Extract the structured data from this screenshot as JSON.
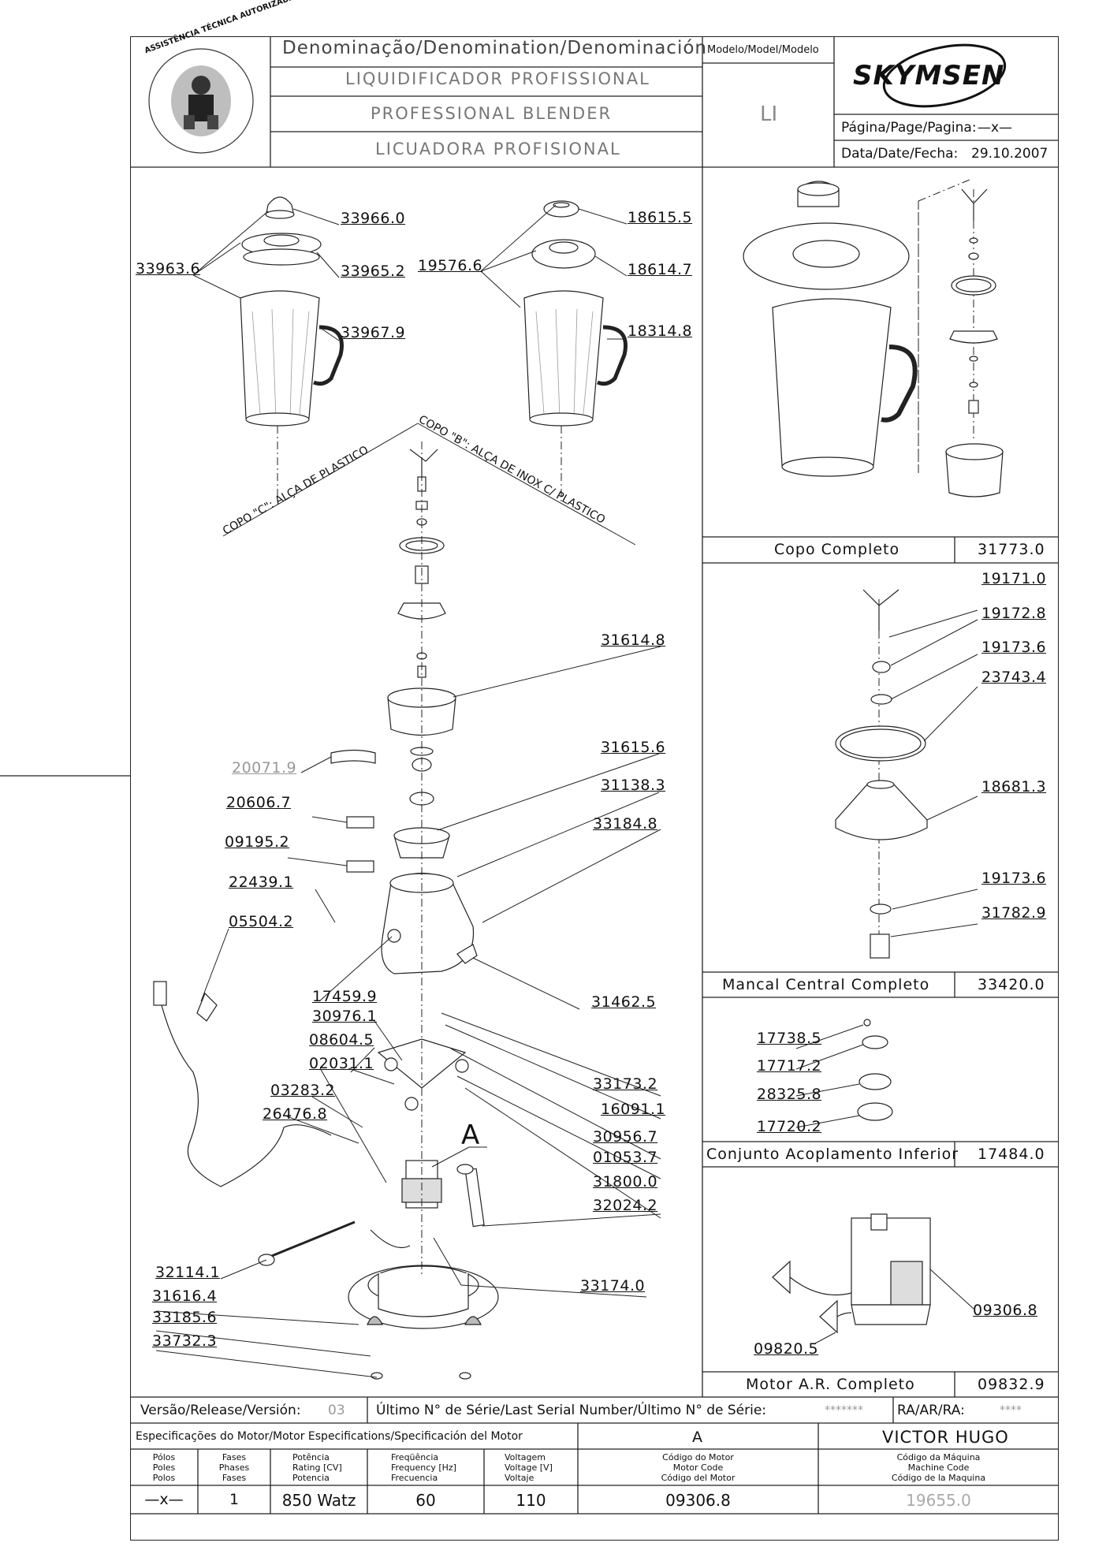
{
  "header": {
    "denomination_label": "Denominação/Denomination/Denominación",
    "name_pt": "LIQUIDIFICADOR PROFISSIONAL",
    "name_en": "PROFESSIONAL BLENDER",
    "name_es": "LICUADORA PROFISIONAL",
    "model_label": "Modelo/Model/Modelo",
    "model_value": "LI",
    "brand": "SKYMSEN",
    "page_label": "Página/Page/Pagina:",
    "page_value": "—x—",
    "date_label": "Data/Date/Fecha:",
    "date_value": "29.10.2007",
    "seal_text": "ASSISTÊNCIA TÉCNICA AUTORIZADA"
  },
  "main_drawing": {
    "cup_labels": [
      "COPO \"C\": ALÇA DE PLASTICO",
      "COPO \"B\": ALÇA DE INOX C/ PLASTICO"
    ],
    "detail_marker": "A",
    "parts": {
      "p33966_0": "33966.0",
      "p33963_6": "33963.6",
      "p33965_2": "33965.2",
      "p33967_9": "33967.9",
      "p18615_5": "18615.5",
      "p19576_6": "19576.6",
      "p18614_7": "18614.7",
      "p18314_8": "18314.8",
      "p31614_8": "31614.8",
      "p20071_9": "20071.9",
      "p31615_6": "31615.6",
      "p20606_7": "20606.7",
      "p31138_3": "31138.3",
      "p33184_8": "33184.8",
      "p09195_2": "09195.2",
      "p22439_1": "22439.1",
      "p05504_2": "05504.2",
      "p17459_9": "17459.9",
      "p31462_5": "31462.5",
      "p30976_1": "30976.1",
      "p08604_5": "08604.5",
      "p02031_1": "02031.1",
      "p33173_2": "33173.2",
      "p03283_2": "03283.2",
      "p16091_1": "16091.1",
      "p26476_8": "26476.8",
      "p30956_7": "30956.7",
      "p01053_7": "01053.7",
      "p31800_0": "31800.0",
      "p32024_2": "32024.2",
      "p32114_1": "32114.1",
      "p33174_0": "33174.0",
      "p31616_4": "31616.4",
      "p33185_6": "33185.6",
      "p33732_3": "33732.3"
    }
  },
  "assemblies": {
    "copo": {
      "name": "Copo Completo",
      "code": "31773.0"
    },
    "mancal": {
      "name": "Mancal Central Completo",
      "code": "33420.0",
      "parts": [
        "19171.0",
        "19172.8",
        "19173.6",
        "23743.4",
        "18681.3",
        "19173.6",
        "31782.9"
      ]
    },
    "acoplamento": {
      "name": "Conjunto Acoplamento Inferior",
      "code": "17484.0",
      "parts": [
        "17738.5",
        "17717.2",
        "28325.8",
        "17720.2"
      ]
    },
    "motor": {
      "name": "Motor A.R. Completo",
      "code": "09832.9",
      "parts": [
        "09306.8",
        "09820.5"
      ]
    }
  },
  "footer": {
    "version_label": "Versão/Release/Versión:",
    "version_value": "03",
    "serial_label": "Último N° de Série/Last Serial Number/Último N° de Série:",
    "serial_value": "*******",
    "ra_label": "RA/AR/RA:",
    "ra_value": "****",
    "spec_label": "Especificações do Motor/Motor Especifications/Specificación del Motor",
    "spec_marker": "A",
    "author": "VICTOR HUGO",
    "col_headers": {
      "poles": [
        "Pólos",
        "Poles",
        "Polos"
      ],
      "phases": [
        "Fases",
        "Phases",
        "Fases"
      ],
      "power": [
        "Potência",
        "Rating [CV]",
        "Potencia"
      ],
      "freq": [
        "Freqüência",
        "Frequency [Hz]",
        "Frecuencia"
      ],
      "voltage": [
        "Voltagem",
        "Voltage [V]",
        "Voltaje"
      ],
      "motor_code": [
        "Código do Motor",
        "Motor Code",
        "Código del Motor"
      ],
      "machine_code": [
        "Código da Máquina",
        "Machine Code",
        "Código de la Maquina"
      ]
    },
    "values": {
      "poles": "—x—",
      "phases": "1",
      "power": "850 Watz",
      "freq": "60",
      "voltage": "110",
      "motor_code": "09306.8",
      "machine_code": "19655.0"
    }
  }
}
